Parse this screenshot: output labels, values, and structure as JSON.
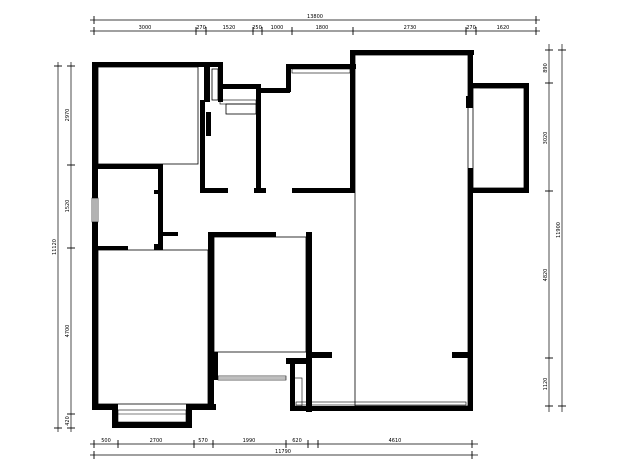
{
  "drawing": {
    "top_dims": {
      "overall": "13800",
      "segments": [
        "3000",
        "270",
        "1520",
        "250",
        "1000",
        "1800",
        "2730",
        "270",
        "1620"
      ]
    },
    "bottom_dims": {
      "overall": "11790",
      "segments": [
        "500",
        "2700",
        "570",
        "1990",
        "620",
        "4610"
      ]
    },
    "left_dims": {
      "overall": "11120",
      "segments": [
        "2970",
        "1520",
        "4700",
        "420"
      ]
    },
    "right_dims": {
      "overall": "11900",
      "segments": [
        "890",
        "3020",
        "4820",
        "1120"
      ]
    }
  },
  "colors": {
    "line": "#000000",
    "background": "#ffffff"
  }
}
